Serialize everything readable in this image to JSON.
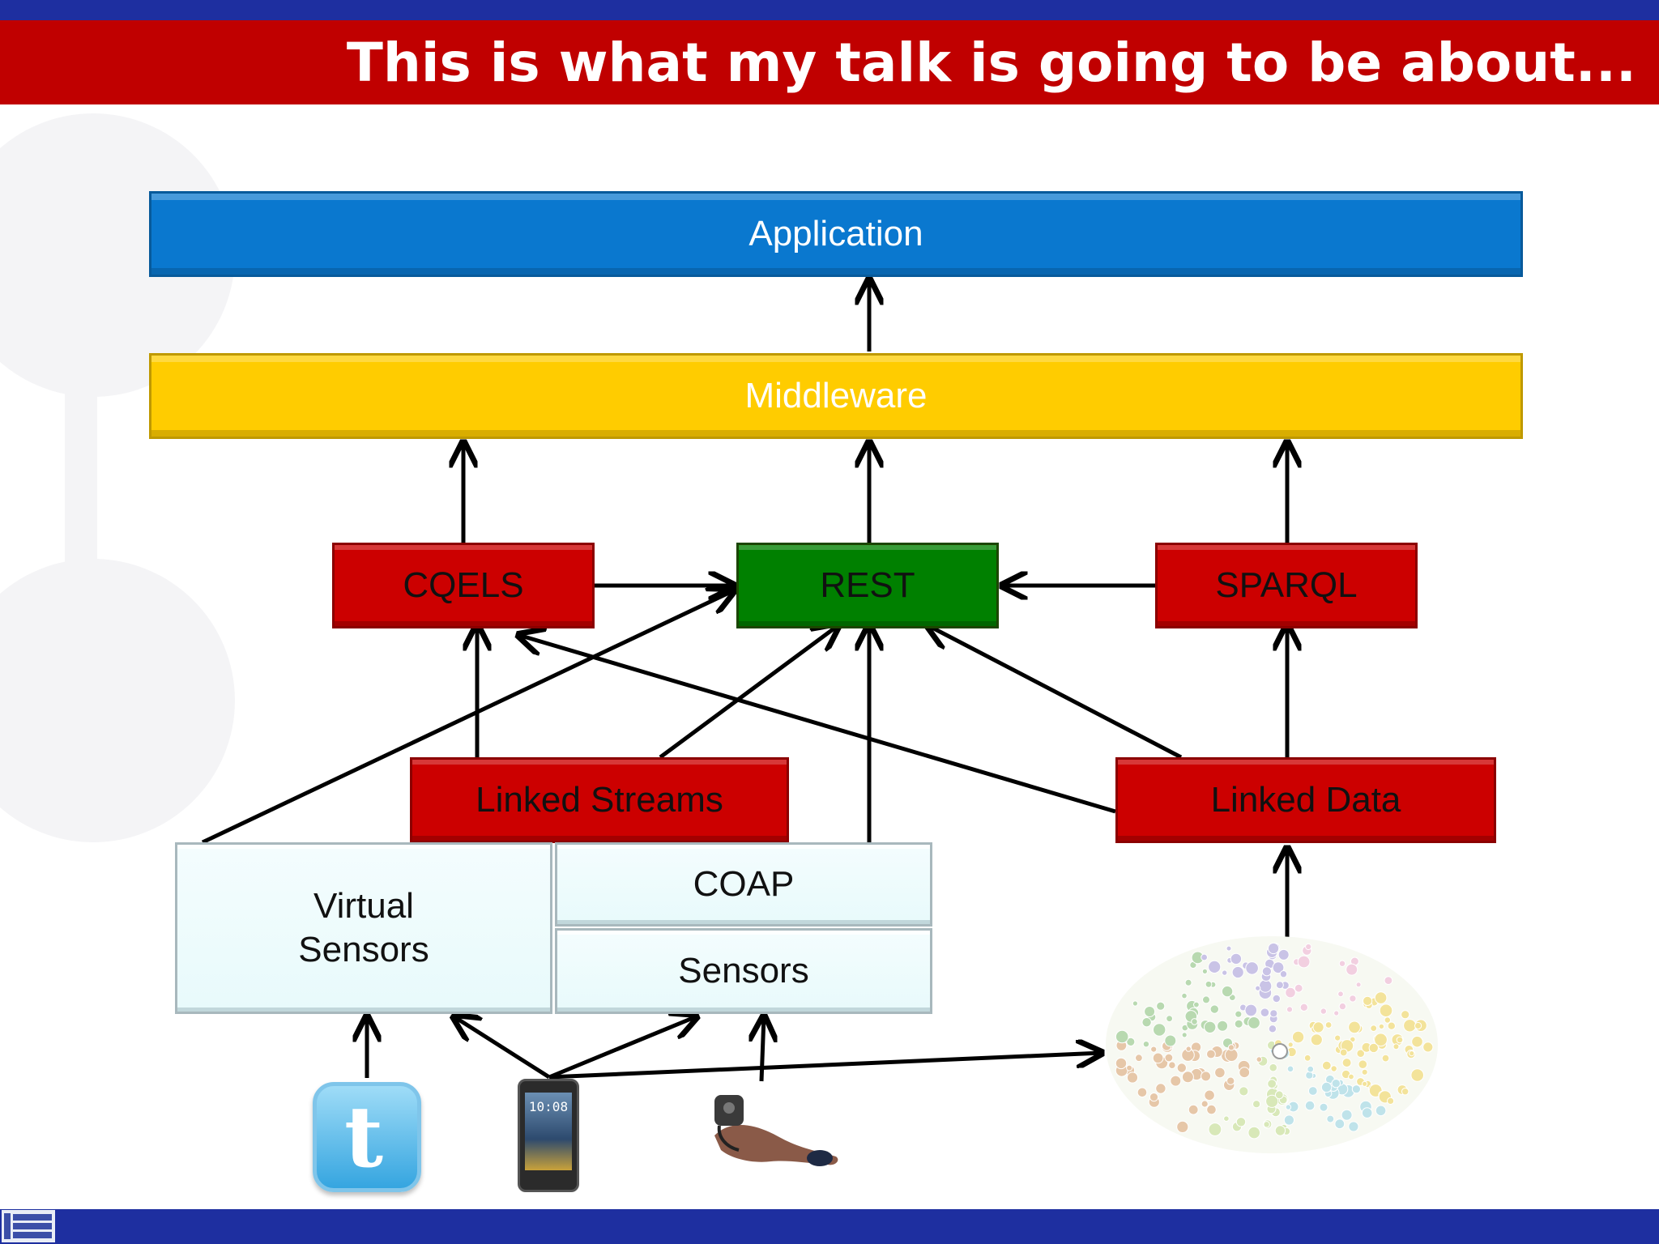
{
  "slide": {
    "title": "This is what my talk is going to be about..."
  },
  "colors": {
    "frame_blue": "#1e2fa0",
    "title_red": "#c00000",
    "application_blue": "#0a78cf",
    "middleware_yellow": "#ffcc00",
    "node_red": "#cc0000",
    "rest_green": "#008000",
    "sensor_box_light": "#e8fafb",
    "arrow_black": "#000000"
  },
  "diagram": {
    "application": "Application",
    "middleware": "Middleware",
    "cqels": "CQELS",
    "rest": "REST",
    "sparql": "SPARQL",
    "linked_streams": "Linked Streams",
    "linked_data": "Linked Data",
    "virtual_sensors_line1": "Virtual",
    "virtual_sensors_line2": "Sensors",
    "coap": "COAP",
    "sensors": "Sensors",
    "phone_clock": "10:08"
  },
  "icons": {
    "twitter": "twitter-logo-icon",
    "phone": "smartphone-icon",
    "wrist_sensor": "pulse-oximeter-icon",
    "linked_data_cloud": "linked-open-data-cloud-icon"
  }
}
